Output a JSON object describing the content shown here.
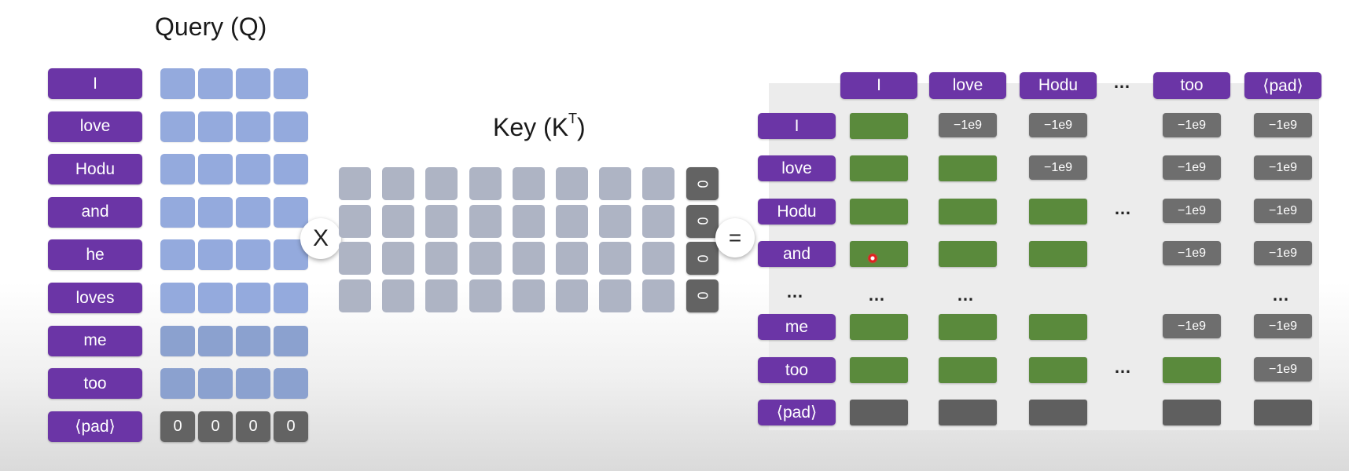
{
  "query": {
    "title": "Query (Q)",
    "tokens": [
      "I",
      "love",
      "Hodu",
      "and",
      "he",
      "loves",
      "me",
      "too",
      "⟨pad⟩"
    ],
    "pad_row_values": [
      "0",
      "0",
      "0",
      "0"
    ]
  },
  "operators": {
    "multiply": "X",
    "equals": "="
  },
  "key": {
    "title_main": "Key (K",
    "title_sup": "T",
    "title_close": ")",
    "pad_column_values": [
      "0",
      "0",
      "0",
      "0"
    ]
  },
  "result": {
    "ellipsis": "…",
    "col_headers": [
      "I",
      "love",
      "Hodu",
      "…",
      "too",
      "⟨pad⟩"
    ],
    "row_headers": [
      "I",
      "love",
      "Hodu",
      "and",
      "…",
      "me",
      "too",
      "⟨pad⟩"
    ],
    "mask_value": "−1e9",
    "rows": [
      [
        "green",
        "mask",
        "mask",
        "",
        "mask",
        "mask"
      ],
      [
        "green",
        "green",
        "mask",
        "",
        "mask",
        "mask"
      ],
      [
        "green",
        "green",
        "green",
        "dots",
        "mask",
        "mask"
      ],
      [
        "green",
        "green",
        "green",
        "",
        "mask",
        "mask"
      ],
      [
        "dots",
        "dots",
        "",
        "",
        "",
        "dots"
      ],
      [
        "green",
        "green",
        "green",
        "",
        "mask",
        "mask"
      ],
      [
        "green",
        "green",
        "green",
        "dots",
        "green",
        "mask"
      ],
      [
        "dark",
        "dark",
        "dark",
        "",
        "dark",
        "dark"
      ]
    ]
  },
  "colors": {
    "token_label": "#6b35a6",
    "query_cell": "#94aadd",
    "key_cell": "#aeb4c4",
    "pad_cell": "#636363",
    "unmasked_score": "#5a8a3c",
    "masked_score": "#6e6e6e"
  }
}
